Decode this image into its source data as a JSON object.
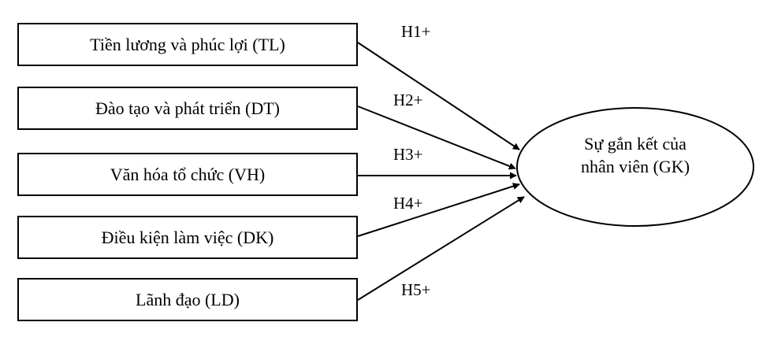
{
  "factors": [
    {
      "label": "Tiền lương và phúc lợi (TL)",
      "hypothesis": "H1+"
    },
    {
      "label": "Đào tạo và phát triển (DT)",
      "hypothesis": "H2+"
    },
    {
      "label": "Văn hóa tổ chức (VH)",
      "hypothesis": "H3+"
    },
    {
      "label": "Điều kiện làm việc (DK)",
      "hypothesis": "H4+"
    },
    {
      "label": "Lãnh đạo (LD)",
      "hypothesis": "H5+"
    }
  ],
  "outcome": {
    "line1": "Sự gắn kết của",
    "line2": "nhân viên (GK)"
  },
  "colors": {
    "stroke": "#000000",
    "background": "#ffffff"
  }
}
